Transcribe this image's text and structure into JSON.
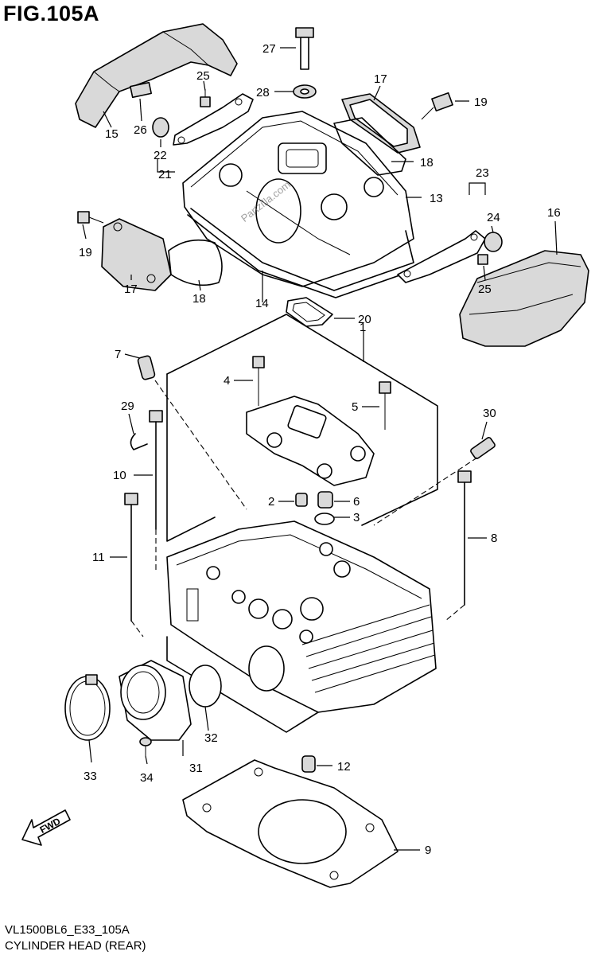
{
  "figure": {
    "title": "FIG.105A",
    "code": "VL1500BL6_E33_105A",
    "caption": "CYLINDER HEAD (REAR)",
    "watermark": "Partzilla.com",
    "fwd_label": "FWD"
  },
  "callouts": [
    {
      "n": "27",
      "name": "callout-27"
    },
    {
      "n": "25",
      "name": "callout-25-left"
    },
    {
      "n": "28",
      "name": "callout-28"
    },
    {
      "n": "17",
      "name": "callout-17-top"
    },
    {
      "n": "19",
      "name": "callout-19-right"
    },
    {
      "n": "15",
      "name": "callout-15"
    },
    {
      "n": "26",
      "name": "callout-26"
    },
    {
      "n": "22",
      "name": "callout-22"
    },
    {
      "n": "18",
      "name": "callout-18-top"
    },
    {
      "n": "21",
      "name": "callout-21"
    },
    {
      "n": "23",
      "name": "callout-23"
    },
    {
      "n": "13",
      "name": "callout-13"
    },
    {
      "n": "24",
      "name": "callout-24"
    },
    {
      "n": "16",
      "name": "callout-16"
    },
    {
      "n": "19",
      "name": "callout-19-left"
    },
    {
      "n": "25",
      "name": "callout-25-right"
    },
    {
      "n": "17",
      "name": "callout-17-left"
    },
    {
      "n": "14",
      "name": "callout-14"
    },
    {
      "n": "18",
      "name": "callout-18-left"
    },
    {
      "n": "20",
      "name": "callout-20"
    },
    {
      "n": "1",
      "name": "callout-1"
    },
    {
      "n": "7",
      "name": "callout-7"
    },
    {
      "n": "4",
      "name": "callout-4"
    },
    {
      "n": "5",
      "name": "callout-5"
    },
    {
      "n": "29",
      "name": "callout-29"
    },
    {
      "n": "30",
      "name": "callout-30"
    },
    {
      "n": "10",
      "name": "callout-10"
    },
    {
      "n": "2",
      "name": "callout-2"
    },
    {
      "n": "6",
      "name": "callout-6"
    },
    {
      "n": "3",
      "name": "callout-3"
    },
    {
      "n": "8",
      "name": "callout-8"
    },
    {
      "n": "11",
      "name": "callout-11"
    },
    {
      "n": "32",
      "name": "callout-32"
    },
    {
      "n": "33",
      "name": "callout-33"
    },
    {
      "n": "34",
      "name": "callout-34"
    },
    {
      "n": "31",
      "name": "callout-31"
    },
    {
      "n": "12",
      "name": "callout-12"
    },
    {
      "n": "9",
      "name": "callout-9"
    }
  ]
}
